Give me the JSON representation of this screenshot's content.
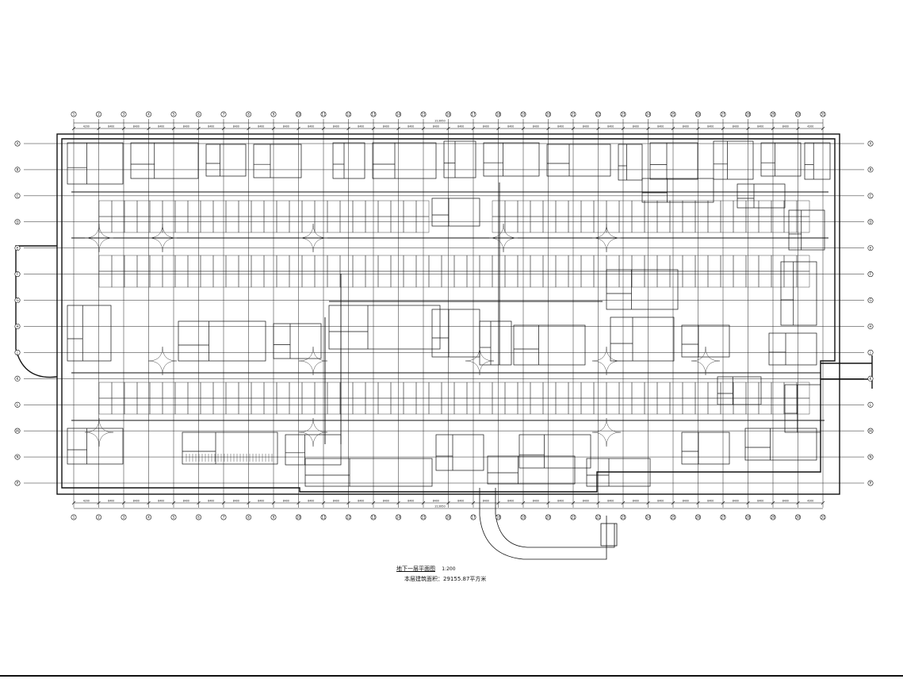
{
  "drawing": {
    "title": "地下一层平面图",
    "scale": "1:200",
    "area_note": "本层建筑面积：29155.87平方米",
    "overall_dimension": "213950"
  },
  "grid": {
    "columns": [
      "1",
      "2",
      "3",
      "4",
      "5",
      "6",
      "7",
      "8",
      "9",
      "10",
      "11",
      "12",
      "13",
      "14",
      "15",
      "16",
      "17",
      "18",
      "19",
      "20",
      "21",
      "22",
      "23",
      "24",
      "25",
      "26",
      "27",
      "28",
      "29",
      "30",
      "31"
    ],
    "rows": [
      "A",
      "B",
      "C",
      "D",
      "E",
      "F",
      "G",
      "H",
      "J",
      "K",
      "L",
      "M",
      "N",
      "P"
    ],
    "bay_dims": [
      "4200",
      "8400",
      "8400",
      "8400",
      "8400",
      "8400",
      "8400",
      "8400",
      "8400",
      "8400",
      "8400",
      "8400",
      "8400",
      "8400",
      "8400",
      "8400",
      "8400",
      "8400",
      "8400",
      "8400",
      "8400",
      "8400",
      "8400",
      "8400",
      "8400",
      "8400",
      "8400",
      "8400",
      "8400",
      "4200"
    ]
  },
  "colors": {
    "line": "#111111",
    "background": "#ffffff"
  }
}
